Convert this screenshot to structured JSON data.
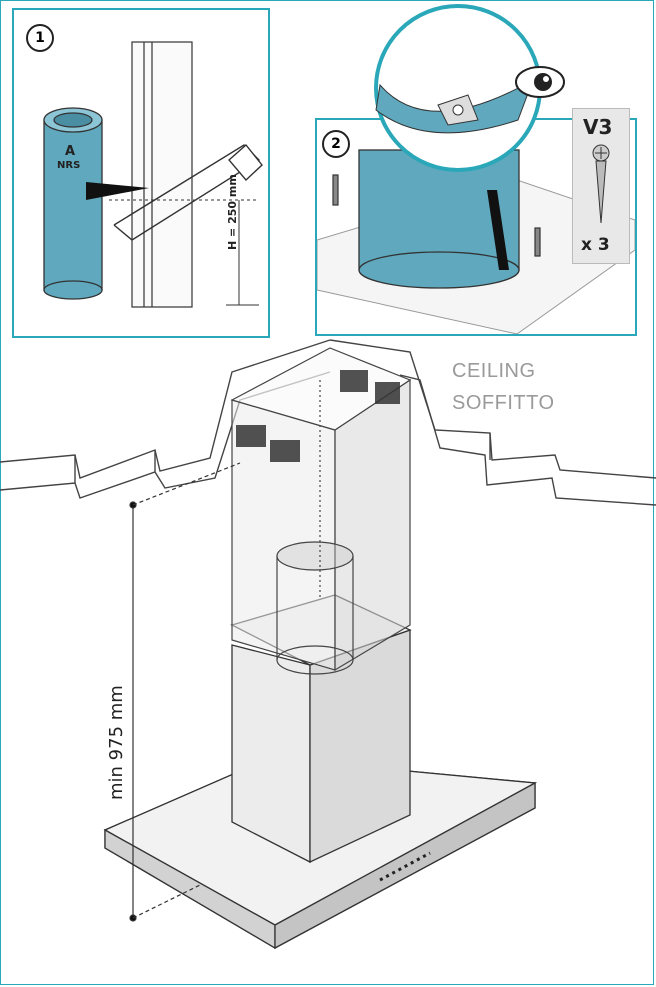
{
  "steps": [
    "1",
    "2"
  ],
  "pipe_label": {
    "line1": "A",
    "line2": "NRS"
  },
  "height_label": "H = 250 mm",
  "screw_code": "V3",
  "screw_qty": "x 3",
  "ceiling": {
    "line1": "CEILING",
    "line2": "SOFFITTO"
  },
  "min_height": "min 975 mm",
  "colors": {
    "accent": "#2aa7b8",
    "duct": "#5fa8bd",
    "duct_light": "#8cc6d6"
  }
}
